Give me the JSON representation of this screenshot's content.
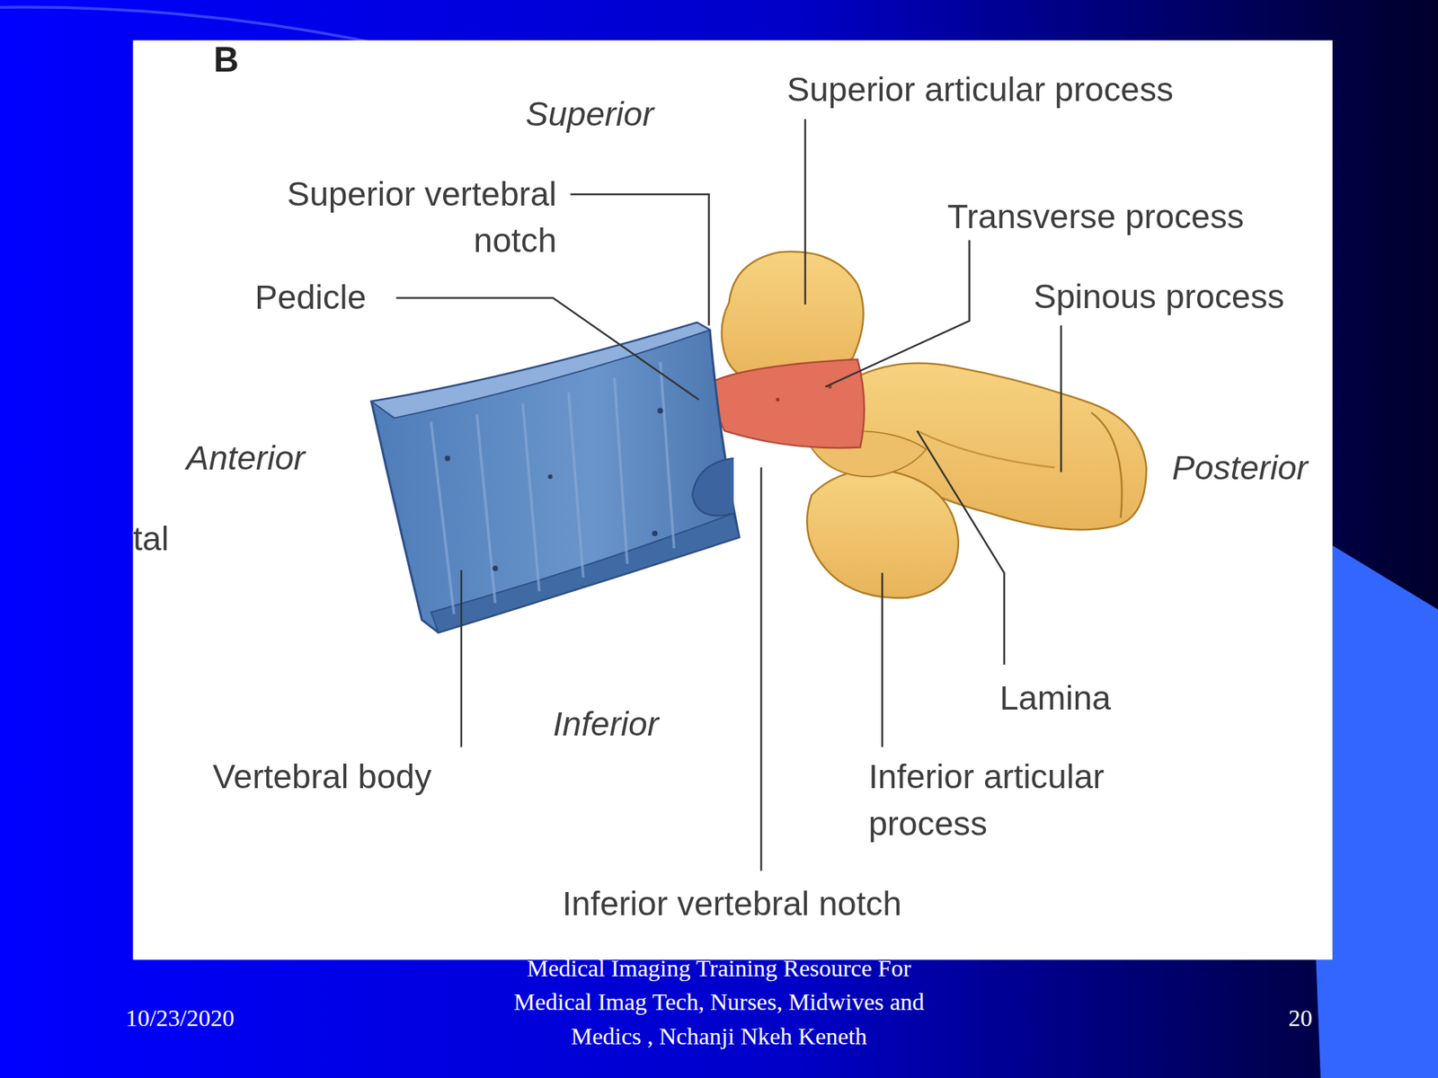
{
  "diagram": {
    "labels": [
      "B",
      "Superior",
      "Superior articular process",
      "Superior vertebral notch",
      "Transverse process",
      "Pedicle",
      "Spinous process",
      "Anterior",
      "tal",
      "Posterior",
      "Lamina",
      "Inferior",
      "Vertebral body",
      "Inferior articular process",
      "Inferior vertebral notch",
      "Medical Imaging Training Resource For Medical Imag Tech, Nurses, Midwives and Medics , Nchanji Nkeh Keneth",
      "10/23/2020",
      "20"
    ]
  }
}
